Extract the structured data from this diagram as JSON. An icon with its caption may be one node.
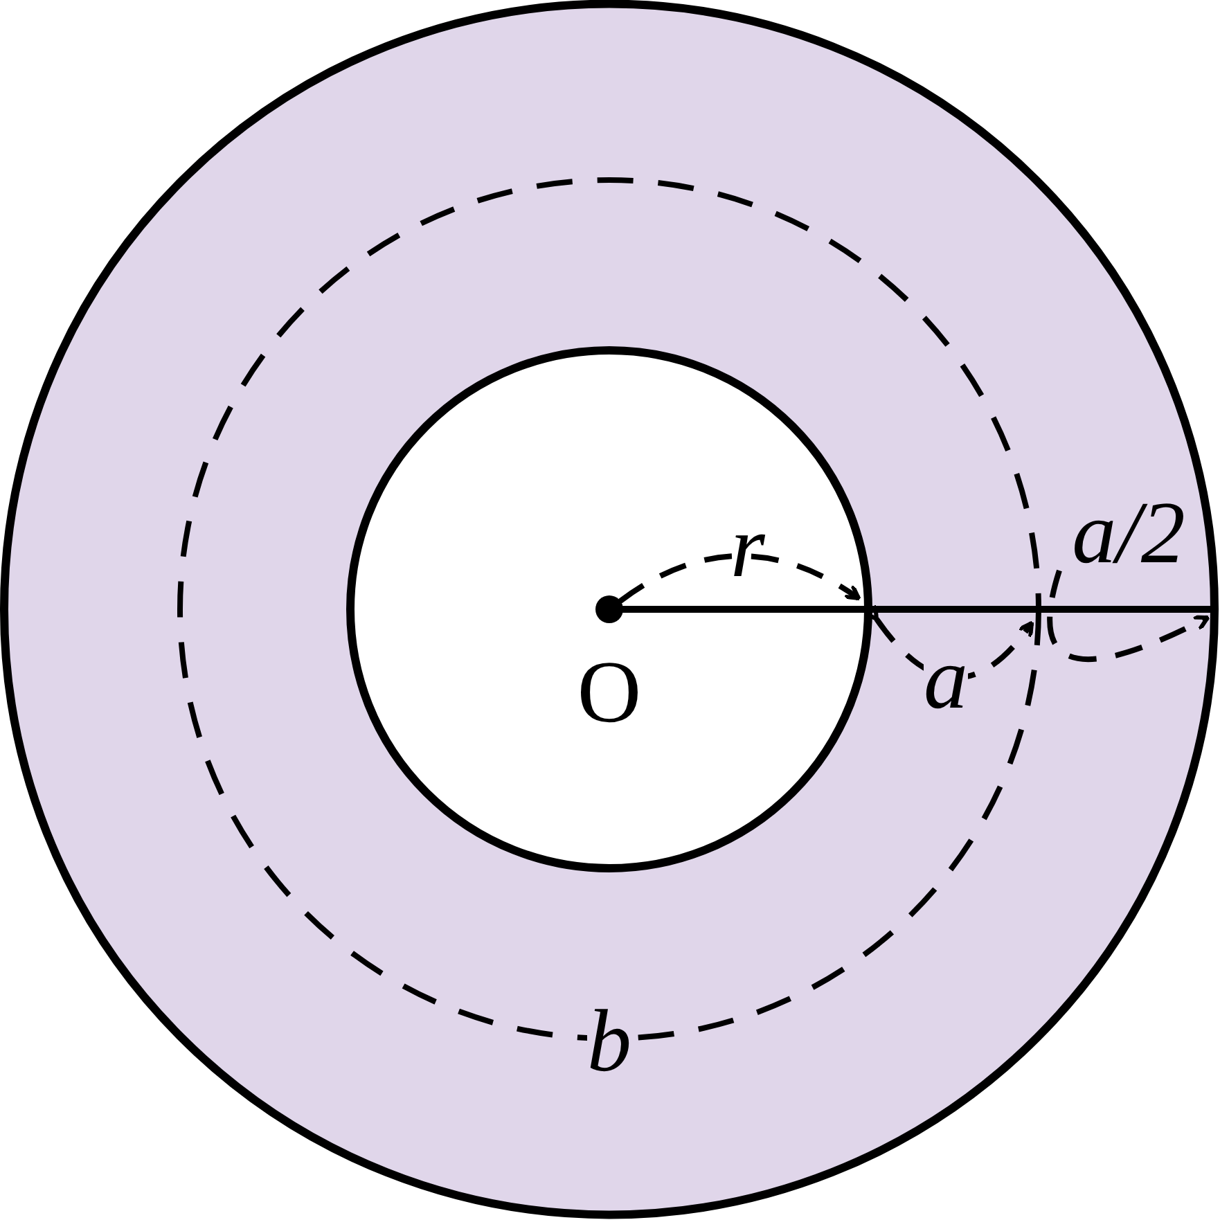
{
  "diagram": {
    "labels": [
      "a/2",
      "r",
      "O",
      "a",
      "b"
    ]
  }
}
